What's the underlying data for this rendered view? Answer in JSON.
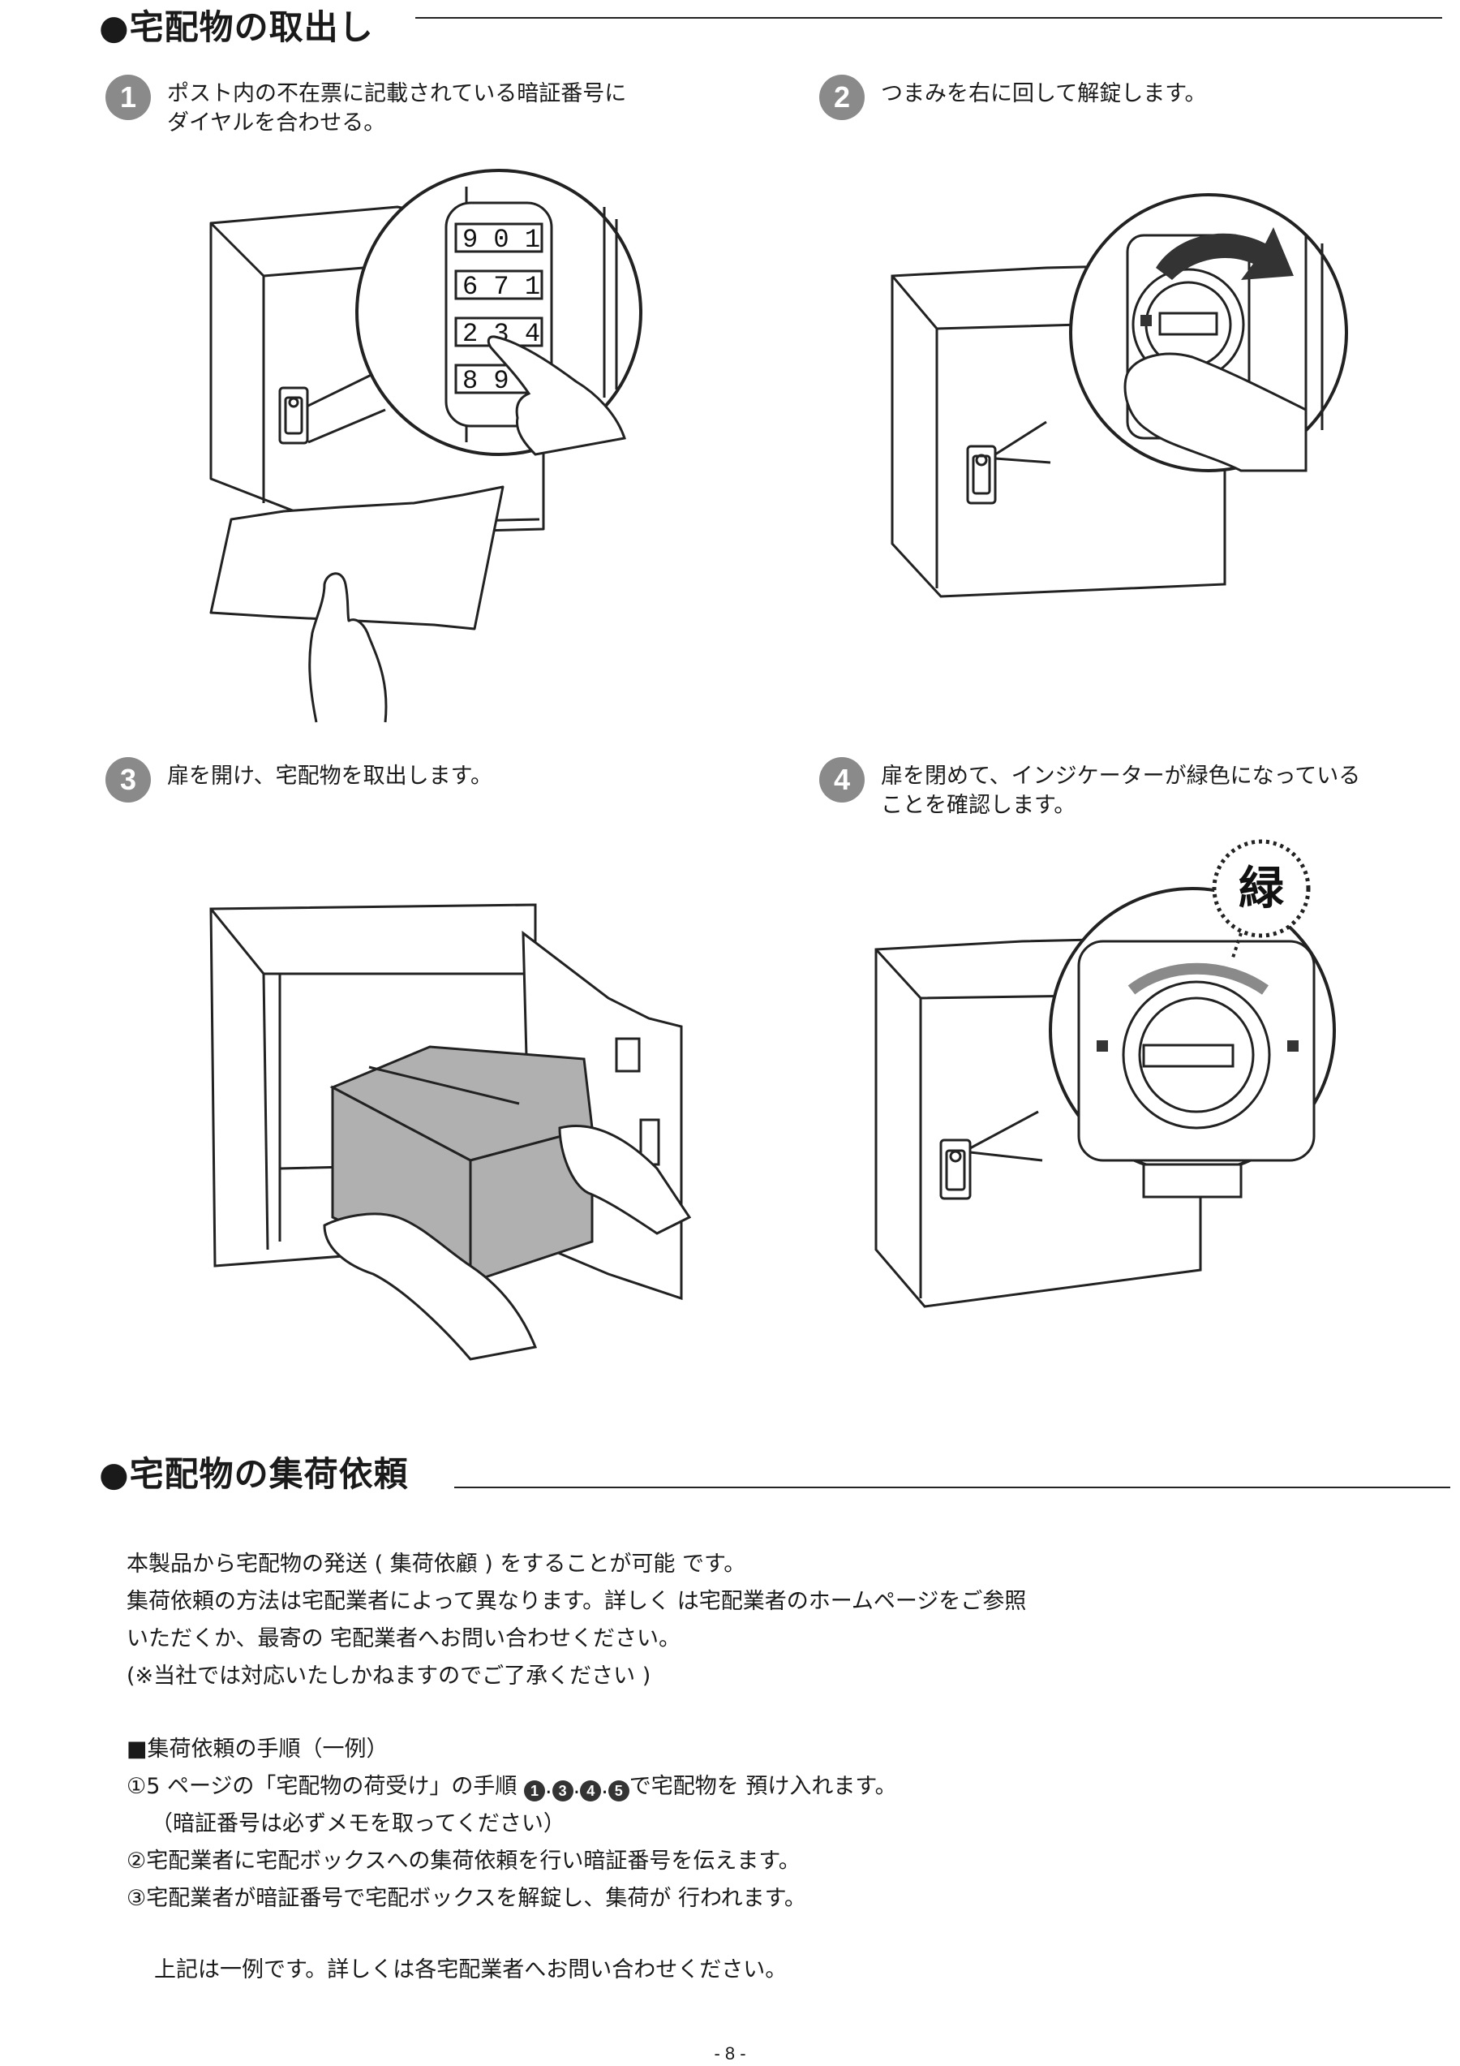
{
  "section1": {
    "title": "●宅配物の取出し"
  },
  "steps": [
    {
      "num": "1",
      "lines": [
        "ポスト内の不在票に記載されている暗証番号に",
        "ダイヤルを合わせる。"
      ]
    },
    {
      "num": "2",
      "lines": [
        "つまみを右に回して解錠します。"
      ]
    },
    {
      "num": "3",
      "lines": [
        "扉を開け、宅配物を取出します。"
      ]
    },
    {
      "num": "4",
      "lines": [
        "扉を閉めて、インジケーターが緑色になっている",
        "ことを確認します。"
      ]
    }
  ],
  "illustration1": {
    "dial_rows": [
      "9 0 1",
      "6 7 1",
      "2 3 4",
      "8 9"
    ]
  },
  "illustration4": {
    "indicator_label": "緑"
  },
  "section2": {
    "title": "●宅配物の集荷依頼"
  },
  "intro": [
    "本製品から宅配物の発送 ( 集荷依顧 ) をすることが可能 です。",
    "集荷依頼の方法は宅配業者によって異なります。詳しく は宅配業者のホームページをご参照",
    "いただくか、最寄の 宅配業者へお問い合わせください。",
    " (※当社では対応いたしかねますのでご了承ください )"
  ],
  "procedure": {
    "heading": "■集荷依頼の手順（一例）",
    "item1_prefix": "①5 ページの「宅配物の荷受け」の手順 ",
    "item1_refs": [
      "1",
      "3",
      "4",
      "5"
    ],
    "item1_suffix": "で宅配物を 預け入れます。",
    "item1_note": "（暗証番号は必ずメモを取ってください）",
    "item2": "②宅配業者に宅配ボックスへの集荷依頼を行い暗証番号を伝えます。",
    "item3": "③宅配業者が暗証番号で宅配ボックスを解錠し、集荷が 行われます。"
  },
  "footer_note": "上記は一例です。詳しくは各宅配業者へお問い合わせください。",
  "page_number": "- 8 -"
}
